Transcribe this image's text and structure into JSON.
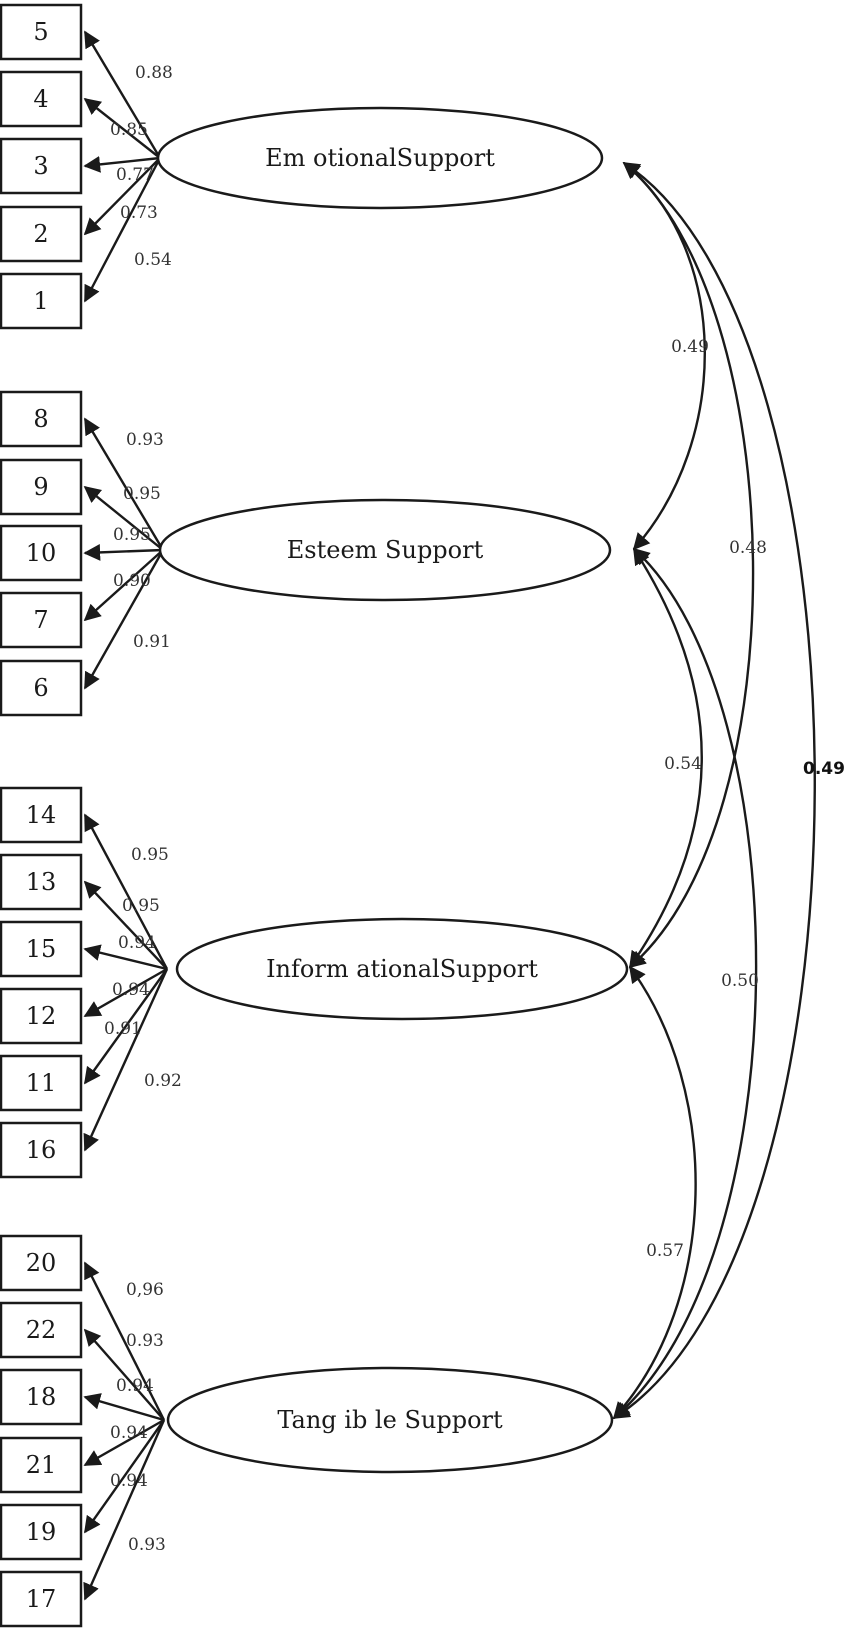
{
  "factors": [
    {
      "label": "Em otionalSupport",
      "indicators": [
        {
          "label": "5",
          "loading": "0.88"
        },
        {
          "label": "4",
          "loading": "0.85"
        },
        {
          "label": "3",
          "loading": "0.77"
        },
        {
          "label": "2",
          "loading": "0.73"
        },
        {
          "label": "1",
          "loading": "0.54"
        }
      ]
    },
    {
      "label": "Esteem  Support",
      "indicators": [
        {
          "label": "8",
          "loading": "0.93"
        },
        {
          "label": "9",
          "loading": "0.95"
        },
        {
          "label": "10",
          "loading": "0.95"
        },
        {
          "label": "7",
          "loading": "0.90"
        },
        {
          "label": "6",
          "loading": "0.91"
        }
      ]
    },
    {
      "label": "Inform ationalSupport",
      "indicators": [
        {
          "label": "14",
          "loading": "0.95"
        },
        {
          "label": "13",
          "loading": "0.95"
        },
        {
          "label": "15",
          "loading": "0.94"
        },
        {
          "label": "12",
          "loading": "0.94"
        },
        {
          "label": "11",
          "loading": "0.91"
        },
        {
          "label": "16",
          "loading": "0.92"
        }
      ]
    },
    {
      "label": "Tang ib le Support",
      "indicators": [
        {
          "label": "20",
          "loading": "0,96"
        },
        {
          "label": "22",
          "loading": "0.93"
        },
        {
          "label": "18",
          "loading": "0.94"
        },
        {
          "label": "21",
          "loading": "0.94"
        },
        {
          "label": "19",
          "loading": "0.94"
        },
        {
          "label": "17",
          "loading": "0.93"
        }
      ]
    }
  ],
  "correlations": [
    {
      "from": 0,
      "to": 1,
      "value": "0.49"
    },
    {
      "from": 0,
      "to": 2,
      "value": "0.48"
    },
    {
      "from": 0,
      "to": 3,
      "value": "0.49"
    },
    {
      "from": 1,
      "to": 2,
      "value": "0.54"
    },
    {
      "from": 1,
      "to": 3,
      "value": "0.50"
    },
    {
      "from": 2,
      "to": 3,
      "value": "0.57"
    }
  ],
  "colors": {
    "stroke": "#1a1a1a",
    "background": "#ffffff"
  }
}
